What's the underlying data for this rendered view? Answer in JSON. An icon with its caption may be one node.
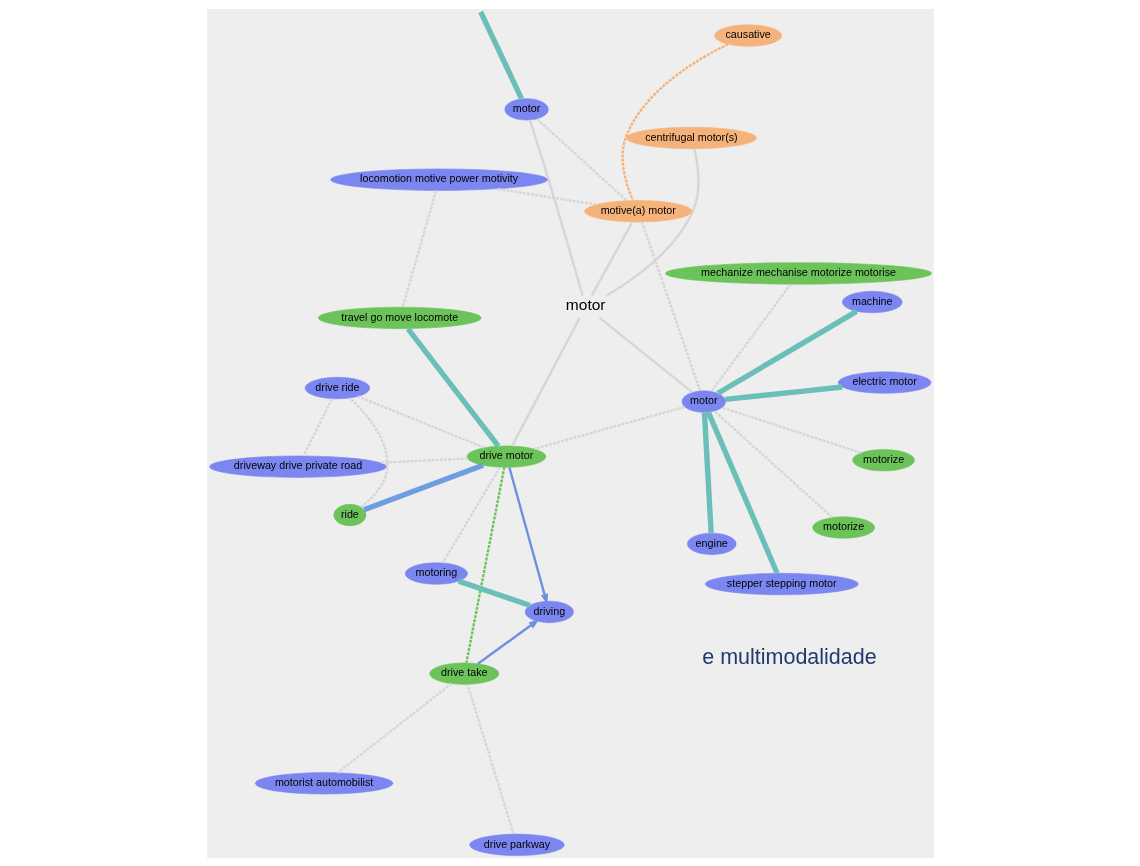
{
  "diagram": {
    "nodes": [
      {
        "text": [
          "motor"
        ]
      },
      {
        "text": [
          "centrifugal motor(s)"
        ]
      },
      {
        "text": [
          "motor"
        ]
      },
      {
        "text": [
          "causative"
        ]
      },
      {
        "text": [
          "motive(a) motor"
        ]
      },
      {
        "text": [
          "locomotion motive power motivity"
        ]
      },
      {
        "text": [
          "travel go move locomote"
        ]
      },
      {
        "text": [
          "motorize"
        ]
      },
      {
        "text": [
          "stepper stepping motor"
        ]
      },
      {
        "text": [
          "motor"
        ]
      },
      {
        "text": [
          "motorize"
        ]
      },
      {
        "text": [
          "engine"
        ]
      },
      {
        "text": [
          "electric motor"
        ]
      },
      {
        "text": [
          "machine"
        ]
      },
      {
        "text": [
          "mechanize mechanise motorize motorise"
        ]
      },
      {
        "text": [
          "ride"
        ]
      },
      {
        "text": [
          "drive parkway"
        ]
      },
      {
        "text": [
          "drive motor"
        ]
      },
      {
        "text": [
          "drive ride"
        ]
      },
      {
        "text": [
          "drive take"
        ]
      },
      {
        "text": [
          "driveway drive private road"
        ]
      },
      {
        "text": [
          "motorist automobilist"
        ]
      },
      {
        "text": [
          "driving"
        ]
      },
      {
        "text": [
          "motoring"
        ]
      }
    ],
    "edges": [
      {
        "from": 0,
        "to": 1,
        "arrow": "none"
      },
      {
        "from": 0,
        "to": 2,
        "arrow": "none"
      },
      {
        "from": 0,
        "to": 4,
        "arrow": "none"
      },
      {
        "from": 0,
        "to": 9,
        "arrow": "none"
      },
      {
        "from": 0,
        "to": 17,
        "arrow": "none"
      },
      {
        "from": null,
        "to": 2,
        "arrow": "none",
        "style": "thick",
        "color": "#6bbfb8"
      },
      {
        "from": 2,
        "to": 4,
        "arrow": "none",
        "style": "dashed"
      },
      {
        "from": 3,
        "to": 4,
        "arrow": "none",
        "style": "dashed",
        "color": "#f5b27a"
      },
      {
        "from": 4,
        "to": 5,
        "arrow": "none",
        "style": "dashed"
      },
      {
        "from": 5,
        "to": 6,
        "arrow": "none",
        "style": "dashed"
      },
      {
        "from": 4,
        "to": 9,
        "arrow": "none",
        "style": "dashed"
      },
      {
        "from": 7,
        "to": 9,
        "arrow": "none",
        "style": "dashed"
      },
      {
        "from": 8,
        "to": 9,
        "arrow": "none",
        "style": "thick",
        "color": "#6bbfb8"
      },
      {
        "from": 10,
        "to": 9,
        "arrow": "none",
        "style": "dashed"
      },
      {
        "from": 11,
        "to": 9,
        "arrow": "none",
        "style": "thick",
        "color": "#6bbfb8"
      },
      {
        "from": 13,
        "to": 9,
        "arrow": "none",
        "style": "thick",
        "color": "#6bbfb8"
      },
      {
        "from": 12,
        "to": 9,
        "arrow": "none",
        "style": "thick",
        "color": "#6bbfb8"
      },
      {
        "from": 14,
        "to": 9,
        "arrow": "none",
        "style": "dashed"
      },
      {
        "from": 9,
        "to": 17,
        "arrow": "none",
        "style": "dashed"
      },
      {
        "from": 6,
        "to": 17,
        "arrow": "none",
        "style": "thick",
        "color": "#6bbfb8"
      },
      {
        "from": 15,
        "to": 17,
        "arrow": "none",
        "style": "thick",
        "color": "#6f9ee0"
      },
      {
        "from": 16,
        "to": 19,
        "arrow": "none",
        "style": "dashed"
      },
      {
        "from": 15,
        "to": 18,
        "arrow": "none",
        "style": "dashed"
      },
      {
        "from": 17,
        "to": 18,
        "arrow": "none",
        "style": "dashed"
      },
      {
        "from": 17,
        "to": 19,
        "arrow": "none",
        "style": "dashed",
        "color": "#6cc35a"
      },
      {
        "from": 17,
        "to": 22,
        "arrow": "to",
        "color": "#6f8fe0"
      },
      {
        "from": 19,
        "to": 22,
        "arrow": "to",
        "color": "#6f8fe0"
      },
      {
        "from": 19,
        "to": 21,
        "arrow": "none",
        "style": "dashed"
      },
      {
        "from": 18,
        "to": 20,
        "arrow": "none",
        "style": "dashed"
      },
      {
        "from": 17,
        "to": 20,
        "arrow": "none",
        "style": "dashed"
      },
      {
        "from": 17,
        "to": 23,
        "arrow": "none",
        "style": "dashed"
      },
      {
        "from": 22,
        "to": 23,
        "arrow": "none",
        "style": "thick",
        "color": "#6bbfb8"
      }
    ],
    "labels": [
      "e multimodalidade"
    ]
  }
}
